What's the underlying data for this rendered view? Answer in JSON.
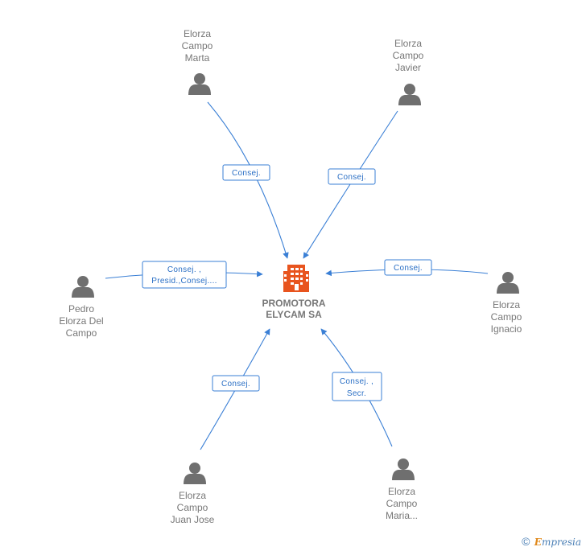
{
  "center": {
    "name_lines": [
      "PROMOTORA",
      "ELYCAM SA"
    ],
    "icon": "building-icon",
    "icon_color": "#e8541e"
  },
  "nodes": [
    {
      "id": "marta",
      "name_lines": [
        "Elorza",
        "Campo",
        "Marta"
      ],
      "icon": "person-icon",
      "relation_lines": [
        "Consej."
      ]
    },
    {
      "id": "javier",
      "name_lines": [
        "Elorza",
        "Campo",
        "Javier"
      ],
      "icon": "person-icon",
      "relation_lines": [
        "Consej."
      ]
    },
    {
      "id": "pedro",
      "name_lines": [
        "Pedro",
        "Elorza Del",
        "Campo"
      ],
      "icon": "person-icon",
      "relation_lines": [
        "Consej. ,",
        "Presid.,Consej...."
      ]
    },
    {
      "id": "ignacio",
      "name_lines": [
        "Elorza",
        "Campo",
        "Ignacio"
      ],
      "icon": "person-icon",
      "relation_lines": [
        "Consej."
      ]
    },
    {
      "id": "juanjose",
      "name_lines": [
        "Elorza",
        "Campo",
        "Juan Jose"
      ],
      "icon": "person-icon",
      "relation_lines": [
        "Consej."
      ]
    },
    {
      "id": "maria",
      "name_lines": [
        "Elorza",
        "Campo",
        "Maria..."
      ],
      "icon": "person-icon",
      "relation_lines": [
        "Consej. ,",
        "Secr."
      ]
    }
  ],
  "colors": {
    "edge": "#3a7fd5",
    "node_icon": "#6f6f6f",
    "text": "#777777"
  },
  "footer": {
    "copyright_symbol": "©",
    "brand_first_letter": "E",
    "brand_rest": "mpresia"
  }
}
